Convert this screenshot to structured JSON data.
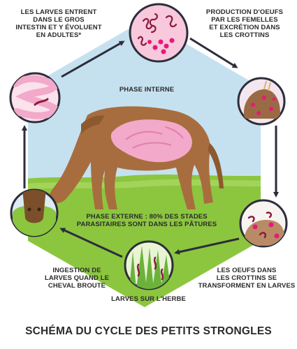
{
  "diagram": {
    "title": "SCHÉMA DU CYCLE DES PETITS STRONGLES",
    "phase_internal": "PHASE INTERNE",
    "phase_external": [
      "PHASE EXTERNE : 80% DES STADES",
      "PARASITAIRES SONT DANS LES PÂTURES"
    ],
    "steps": {
      "larvae_enter_gut": [
        "LES LARVES ENTRENT",
        "DANS LE GROS",
        "INTESTIN ET Y ÉVOLUENT",
        "EN ADULTES*"
      ],
      "egg_production": [
        "PRODUCTION D'OEUFS",
        "PAR LES FEMELLES",
        "ET EXCRÉTION DANS",
        "LES CROTTINS"
      ],
      "eggs_to_larvae": [
        "LES OEUFS DANS",
        "LES CROTTINS SE",
        "TRANSFORMENT EN LARVES"
      ],
      "larvae_on_grass": [
        "LARVES SUR L'HERBE"
      ],
      "ingestion": [
        "INGESTION DE",
        "LARVES QUAND LE",
        "CHEVAL BROUTE"
      ]
    }
  },
  "colors": {
    "sky": "#c5e1f0",
    "grass": "#8cc63f",
    "arrow": "#2d2d3a",
    "horse": "#a86d3e",
    "organs": "#f3a9c9",
    "circle_pink": "#f8c8dc",
    "dung": "#9b6a44",
    "accent_magenta": "#e6197b",
    "worm": "#8a1a3a"
  }
}
